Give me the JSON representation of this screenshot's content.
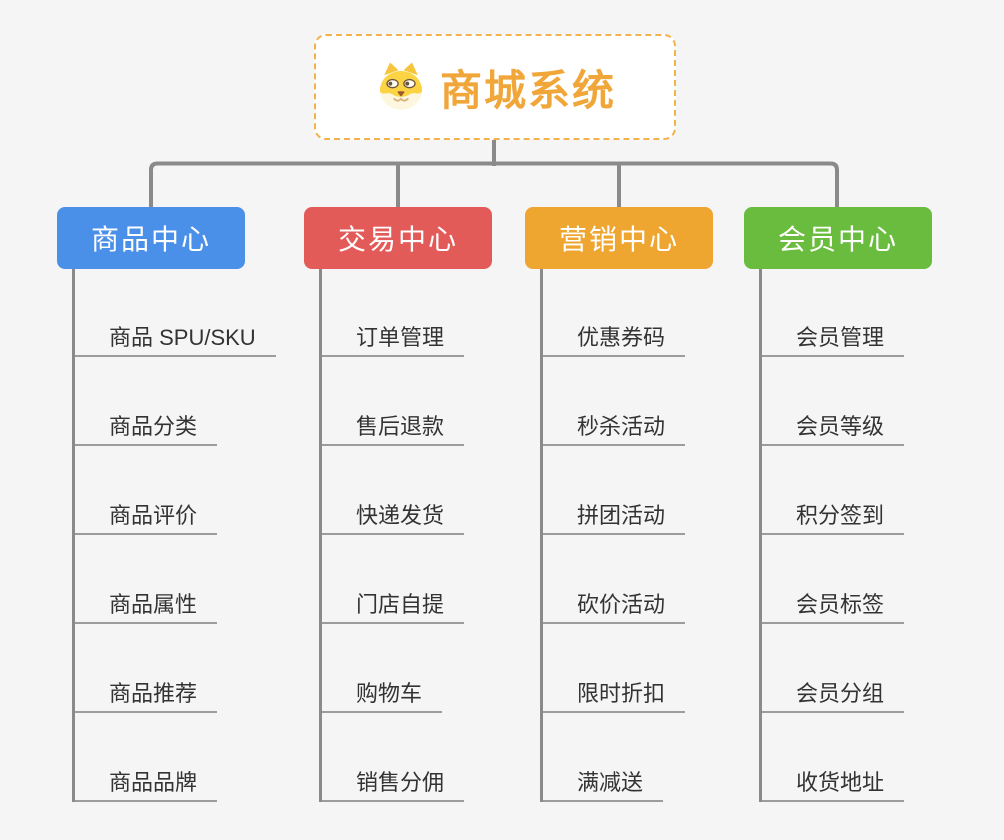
{
  "root": {
    "title": "商城系统",
    "icon": "shiba-dog-icon"
  },
  "branches": [
    {
      "label": "商品中心",
      "color": "#4A8FE8",
      "items": [
        "商品 SPU/SKU",
        "商品分类",
        "商品评价",
        "商品属性",
        "商品推荐",
        "商品品牌"
      ]
    },
    {
      "label": "交易中心",
      "color": "#E35B59",
      "items": [
        "订单管理",
        "售后退款",
        "快递发货",
        "门店自提",
        "购物车",
        "销售分佣"
      ]
    },
    {
      "label": "营销中心",
      "color": "#EFA630",
      "items": [
        "优惠券码",
        "秒杀活动",
        "拼团活动",
        "砍价活动",
        "限时折扣",
        "满减送"
      ]
    },
    {
      "label": "会员中心",
      "color": "#69BC3E",
      "items": [
        "会员管理",
        "会员等级",
        "积分签到",
        "会员标签",
        "会员分组",
        "收货地址"
      ]
    }
  ],
  "colors": {
    "background": "#F5F5F6",
    "root_accent": "#F0A638",
    "root_border": "#F2B24C",
    "connector": "#8A8A8A",
    "item_underline": "#9C9C9C",
    "item_text": "#333333"
  }
}
